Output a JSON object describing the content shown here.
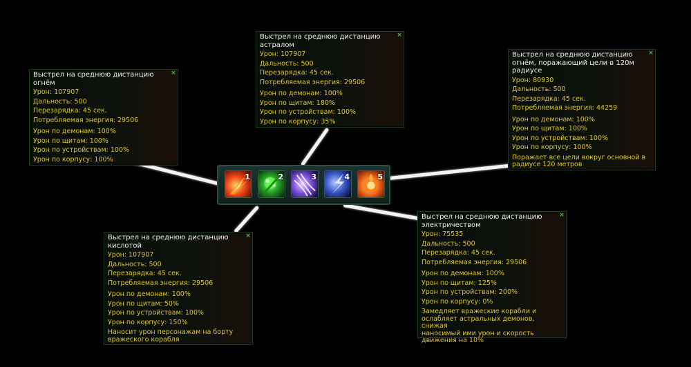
{
  "hotbar": {
    "slots": [
      {
        "key": "1",
        "icon": "fire-shot-icon",
        "color": "#e8431a"
      },
      {
        "key": "2",
        "icon": "acid-shot-icon",
        "color": "#3fd13a"
      },
      {
        "key": "3",
        "icon": "astral-shot-icon",
        "color": "#9a7ce8"
      },
      {
        "key": "4",
        "icon": "lightning-shot-icon",
        "color": "#4a7be8"
      },
      {
        "key": "5",
        "icon": "fire-burst-icon",
        "color": "#f06a1a"
      }
    ]
  },
  "tooltips": {
    "fire": {
      "title1": "Выстрел на среднюю дистанцию",
      "title2": "огнём",
      "damage": "Урон: 107907",
      "range": "Дальность: 500",
      "cooldown": "Перезарядка: 45 сек.",
      "energy": "Потребляемая энергия: 29506",
      "demons": "Урон по демонам: 100%",
      "shields": "Урон по щитам: 100%",
      "devices": "Урон по устройствам: 100%",
      "hull": "Урон по корпусу: 100%"
    },
    "astral": {
      "title1": "Выстрел на среднюю дистанцию",
      "title2": "астралом",
      "damage": "Урон: 107907",
      "range": "Дальность: 500",
      "cooldown": "Перезарядка: 45 сек.",
      "energy": "Потребляемая энергия: 29506",
      "demons": "Урон по демонам: 100%",
      "shields": "Урон по щитам: 180%",
      "devices": "Урон по устройствам: 100%",
      "hull": "Урон по корпусу: 35%"
    },
    "fireArea": {
      "title1": "Выстрел на среднюю дистанцию",
      "title2": "огнём, поражающий цели в 120м",
      "title3": "радиусе",
      "damage": "Урон: 80930",
      "range": "Дальность: 500",
      "cooldown": "Перезарядка: 45 сек.",
      "energy": "Потребляемая энергия: 44259",
      "demons": "Урон по демонам: 100%",
      "shields": "Урон по щитам: 100%",
      "devices": "Урон по устройствам: 100%",
      "hull": "Урон по корпусу: 100%",
      "desc1": "Поражает все цели вокруг основной в",
      "desc2": "радиусе 120 метров"
    },
    "acid": {
      "title1": "Выстрел на среднюю дистанцию",
      "title2": "кислотой",
      "damage": "Урон: 107907",
      "range": "Дальность: 500",
      "cooldown": "Перезарядка: 45 сек.",
      "energy": "Потребляемая энергия: 29506",
      "demons": "Урон по демонам: 100%",
      "shields": "Урон по щитам: 50%",
      "devices": "Урон по устройствам: 100%",
      "hull": "Урон по корпусу: 150%",
      "desc1": "Наносит урон персонажам на борту",
      "desc2": "вражеского корабля"
    },
    "electric": {
      "title1": "Выстрел на среднюю дистанцию",
      "title2": "электричеством",
      "damage": "Урон: 75535",
      "range": "Дальность: 500",
      "cooldown": "Перезарядка: 45 сек.",
      "energy": "Потребляемая энергия: 29506",
      "demons": "Урон по демонам: 100%",
      "shields": "Урон по щитам: 125%",
      "devices": "Урон по устройствам: 200%",
      "hull": "Урон по корпусу: 0%",
      "desc1": "Замедляет вражеские корабли и",
      "desc2": "ослабляет астральных демонов, снижая",
      "desc3": "наносимый ими урон и скорость",
      "desc4": "движения на 10%"
    }
  }
}
